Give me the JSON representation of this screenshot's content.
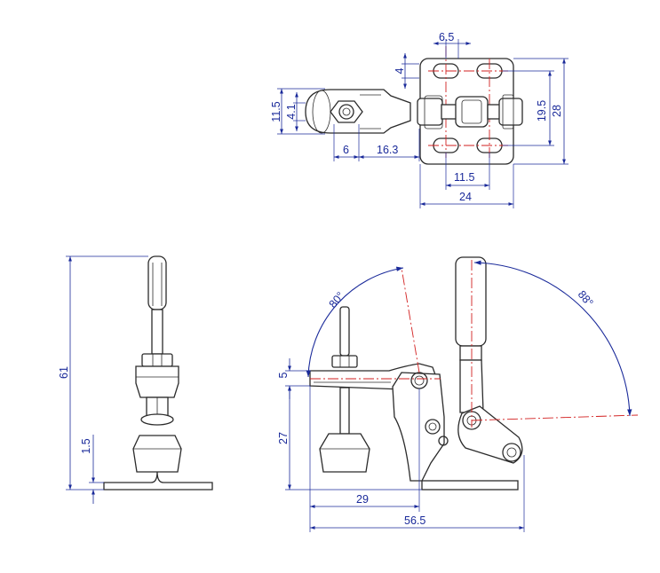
{
  "top_view": {
    "dim_hole_spacing_x": "6.5",
    "dim_slot_offset": "4",
    "dim_arm_width": "11.5",
    "dim_hub_width": "4.1",
    "dim_hub_offset": "6",
    "dim_arm_length": "16.3",
    "dim_hole_spacing_y": "19.5",
    "dim_base_depth": "28",
    "dim_hole_pitch": "11.5",
    "dim_base_width": "24"
  },
  "front_view": {
    "dim_total_height": "61",
    "dim_base_thickness": "1.5"
  },
  "side_view": {
    "dim_arm_offset": "5",
    "dim_arm_height": "27",
    "dim_spindle_reach": "29",
    "dim_overall_length": "56.5",
    "dim_arm_opening_angle": "80°",
    "dim_handle_opening_angle": "88°"
  },
  "colors": {
    "outline": "#2b2b2b",
    "dimension": "#1a2a9a",
    "centerline": "#d21f1f"
  }
}
